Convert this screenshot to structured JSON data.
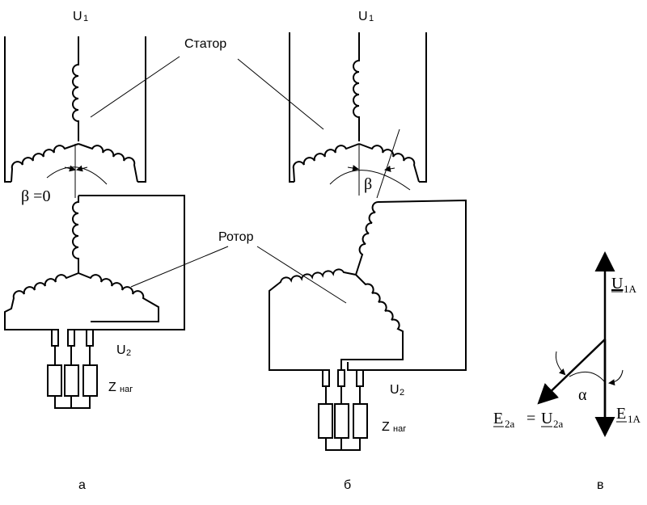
{
  "panel_a": {
    "u1": "U",
    "u1_sub": "1",
    "stator": "Статор",
    "beta0": "β =0",
    "rotor": "Ротор",
    "u2": "U",
    "u2_sub": "2",
    "z": "Z",
    "z_sub": "наг",
    "caption": "а"
  },
  "panel_b": {
    "u1": "U",
    "u1_sub": "1",
    "beta": "β",
    "u2": "U",
    "u2_sub": "2",
    "z": "Z",
    "z_sub": "наг",
    "caption": "б"
  },
  "panel_c": {
    "u1a": "U",
    "u1a_sub": "1A",
    "e2a": "E",
    "e2a_sub": "2a",
    "eq": "=",
    "u2a": "U",
    "u2a_sub": "2a",
    "alpha": "α",
    "e1a": "E",
    "e1a_sub": "1A",
    "caption": "в"
  }
}
